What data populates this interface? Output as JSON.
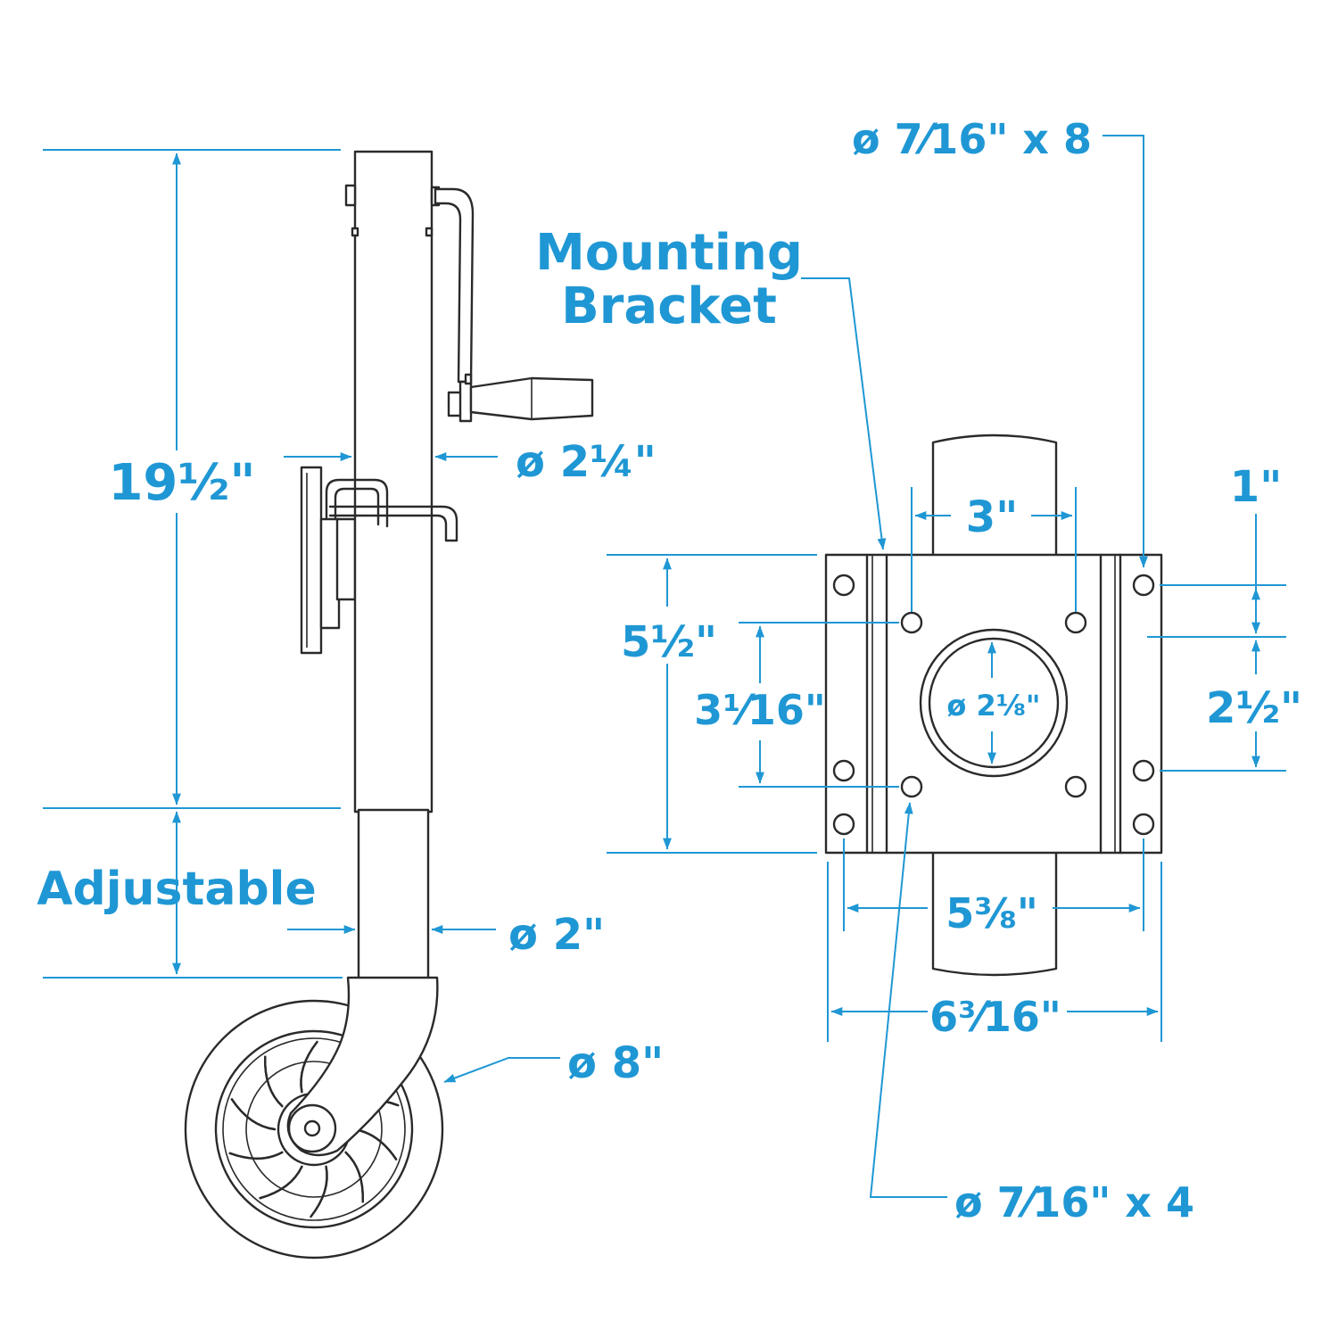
{
  "accent_color": "#1f97d4",
  "line_color": "#2a2a2a",
  "side_view": {
    "height_label": "19½\"",
    "adjustable_label": "Adjustable",
    "outer_tube_label": "ø 2¼\"",
    "inner_tube_label": "ø 2\"",
    "wheel_label": "ø 8\""
  },
  "bracket_view": {
    "title_line1": "Mounting",
    "title_line2": "Bracket",
    "holes_8_label": "ø 7⁄16\" x 8",
    "holes_4_label": "ø 7⁄16\" x 4",
    "center_spacing_label": "3\"",
    "side_hole_label": "1\"",
    "height_label": "5½\"",
    "inner_height_label": "3¹⁄16\"",
    "bore_label": "ø 2⅛\"",
    "side_spacing_label": "2½\"",
    "inner_width_label": "5⅜\"",
    "outer_width_label": "6³⁄16\""
  }
}
